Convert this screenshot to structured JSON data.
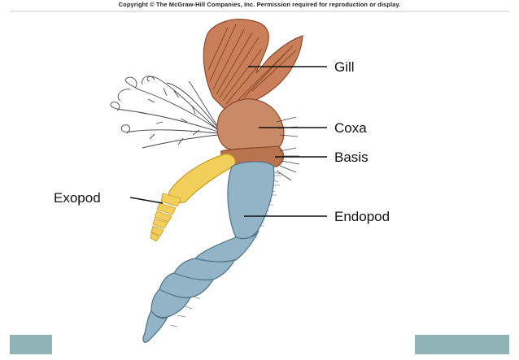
{
  "copyright": "Copyright © The McGraw-Hill Companies, Inc. Permission required for reproduction or display.",
  "labels": {
    "gill": "Gill",
    "coxa": "Coxa",
    "basis": "Basis",
    "exopod": "Exopod",
    "endopod": "Endopod"
  },
  "colors": {
    "gill": "#c9805a",
    "gill_dark": "#8a4a2a",
    "coxa": "#c98a68",
    "basis": "#b9744f",
    "exopod": "#f2cf5a",
    "exopod_dark": "#c99a1e",
    "endopod": "#93b4c6",
    "endopod_dark": "#4f7286",
    "corner": "#8fb3b7"
  }
}
